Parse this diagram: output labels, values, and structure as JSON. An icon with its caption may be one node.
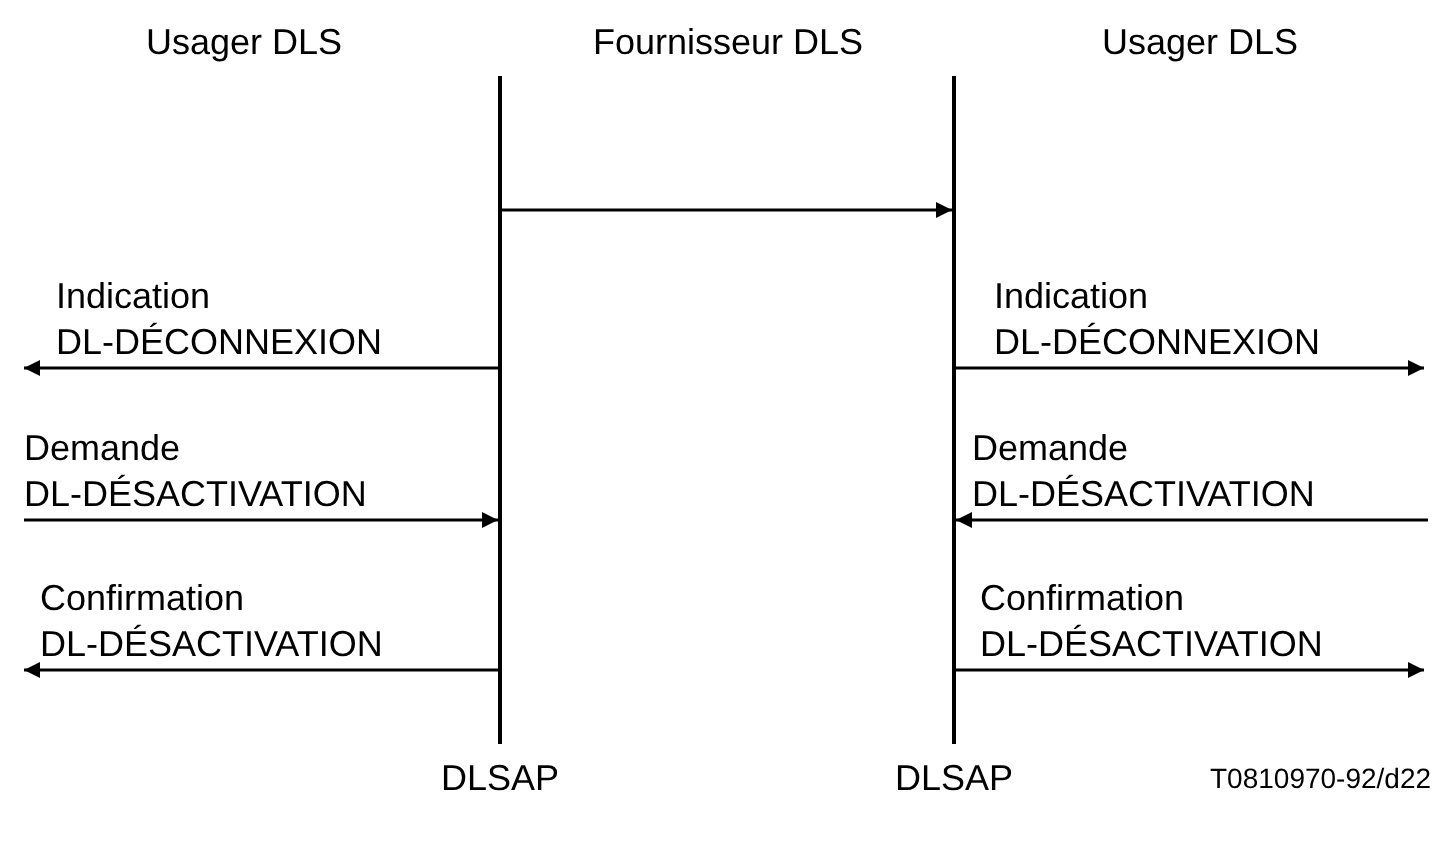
{
  "diagram": {
    "nodes": [
      {
        "text": [],
        "shape": "bar",
        "beside": [
          "DLSAP"
        ]
      },
      {
        "text": [],
        "shape": "bar",
        "beside": [
          "DLSAP"
        ]
      }
    ],
    "edges": [
      {
        "from": 0,
        "to": 1,
        "arrow": "to"
      },
      {
        "from": 0,
        "to": null,
        "arrow": "to",
        "label": "Indication DL-DÉCONNEXION"
      },
      {
        "from": null,
        "to": 0,
        "arrow": "to",
        "label": "Demande DL-DÉSACTIVATION"
      },
      {
        "from": 0,
        "to": null,
        "arrow": "to",
        "label": "Confirmation DL-DÉSACTIVATION"
      },
      {
        "from": 1,
        "to": null,
        "arrow": "to",
        "label": "Indication DL-DÉCONNEXION"
      },
      {
        "from": null,
        "to": 1,
        "arrow": "to",
        "label": "Demande DL-DÉSACTIVATION"
      },
      {
        "from": 1,
        "to": null,
        "arrow": "to",
        "label": "Confirmation DL-DÉSACTIVATION"
      }
    ],
    "labels": [
      "Usager DLS",
      "Fournisseur DLS",
      "Usager DLS",
      "T0810970-92/d22"
    ]
  }
}
